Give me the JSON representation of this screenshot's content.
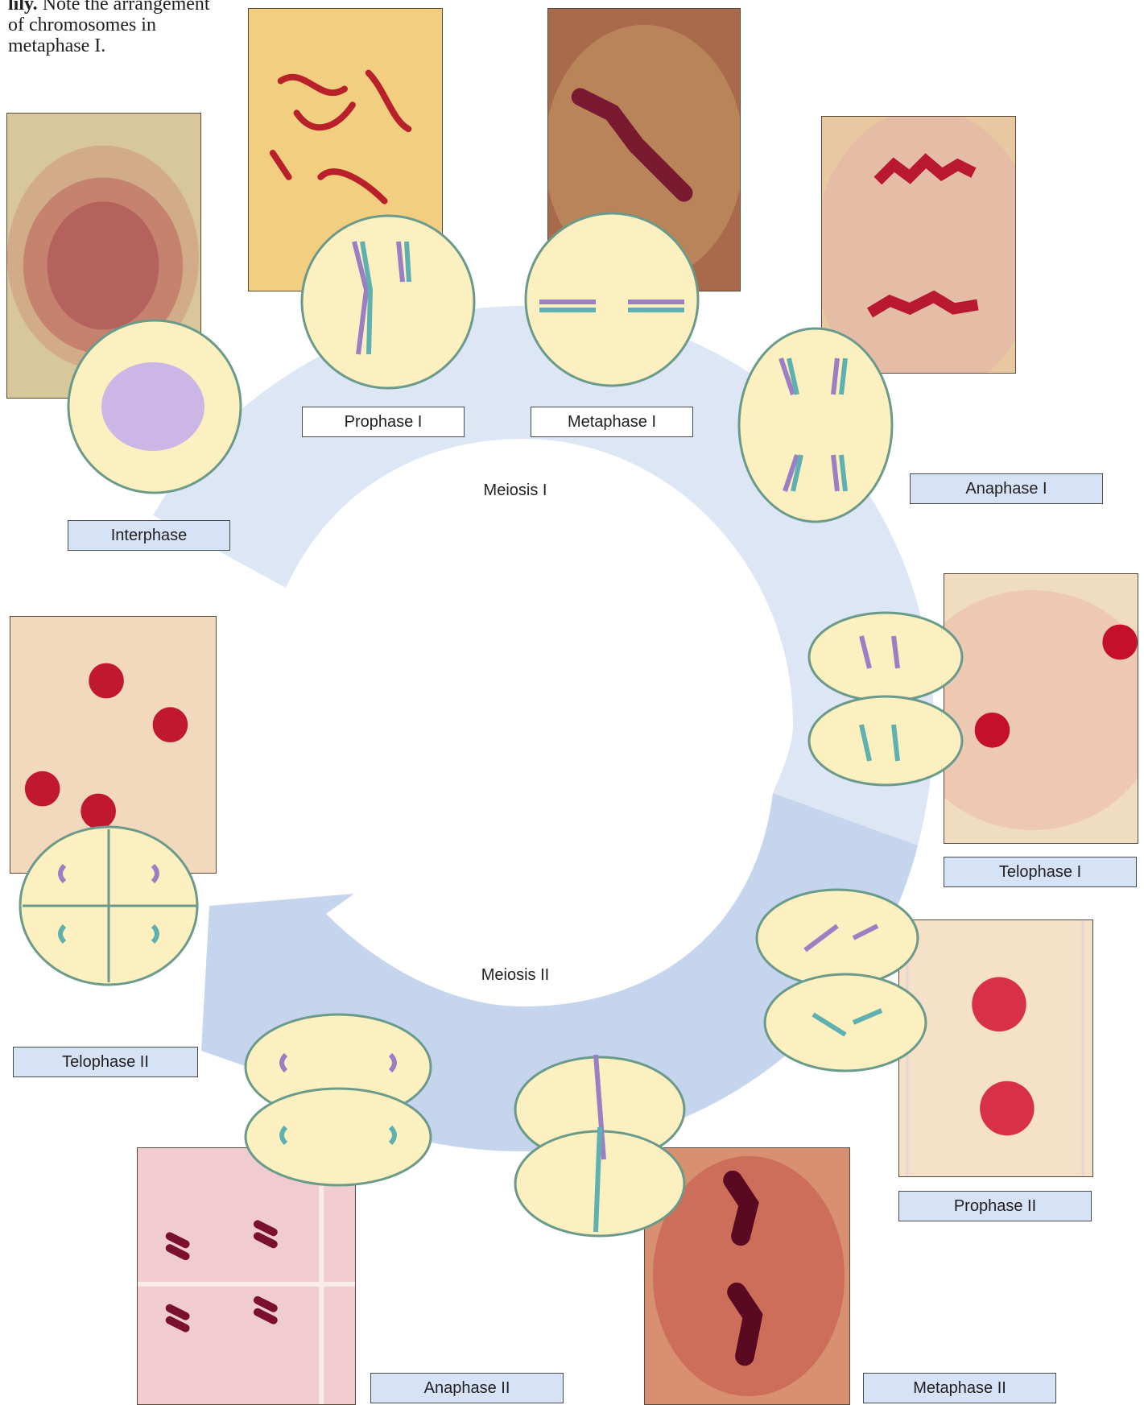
{
  "caption": {
    "line1_bold_tail": "lily.",
    "line1_rest": " Note the arrangement",
    "line2": "of chromosomes in",
    "line3": "metaphase I."
  },
  "cycle": {
    "meiosis1_label": "Meiosis I",
    "meiosis2_label": "Meiosis II"
  },
  "stages": {
    "interphase": "Interphase",
    "prophase1": "Prophase I",
    "metaphase1": "Metaphase I",
    "anaphase1": "Anaphase I",
    "telophase1": "Telophase I",
    "prophase2": "Prophase II",
    "metaphase2": "Metaphase II",
    "anaphase2": "Anaphase II",
    "telophase2": "Telophase II"
  },
  "colors": {
    "cycle_meiosis1": "#dce6f5",
    "cycle_meiosis2": "#c5d5ee",
    "cell_fill": "#fdf0c0",
    "cell_outline": "#6a9a8a",
    "chromosome_purple": "#9b7fc4",
    "chromosome_teal": "#5fb0b0",
    "stain_red": "#b01030"
  }
}
